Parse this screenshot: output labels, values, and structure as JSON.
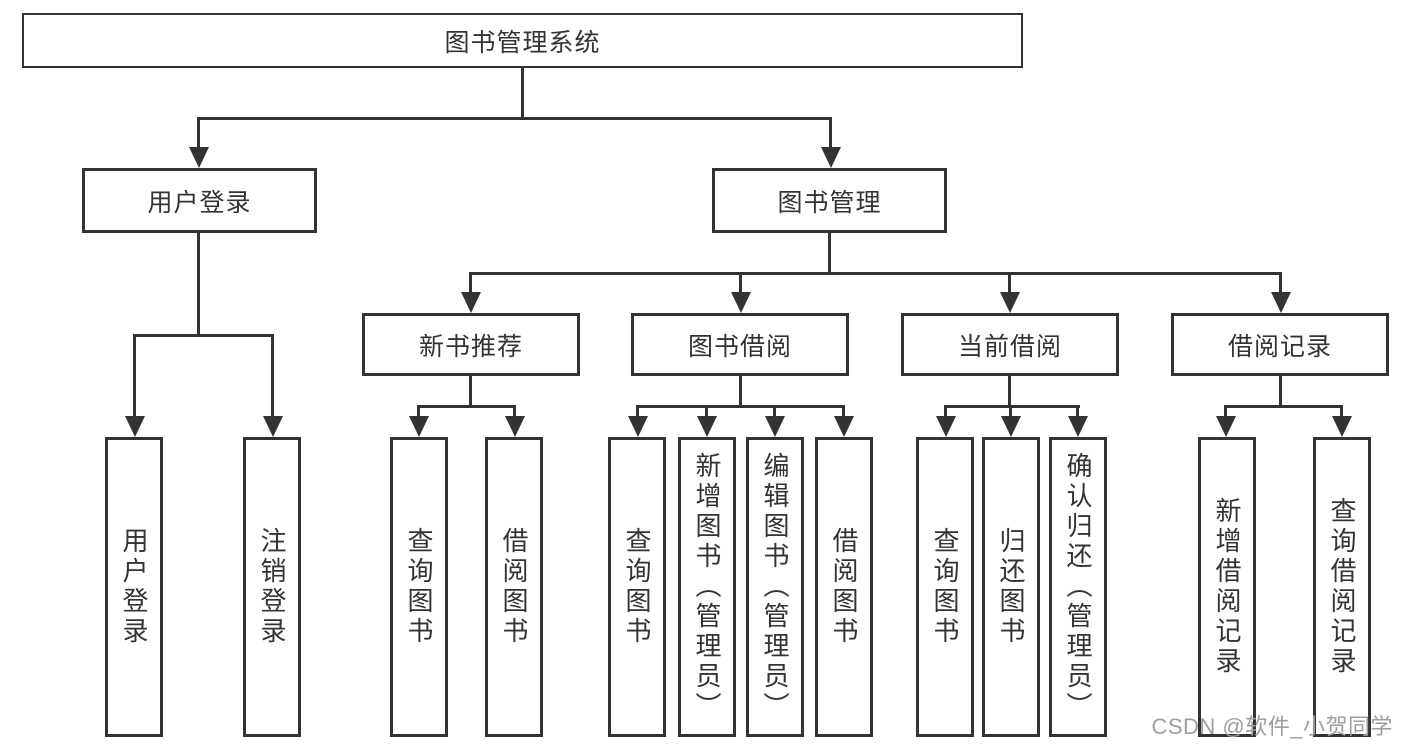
{
  "title": {
    "label": "图书管理系统"
  },
  "level2": {
    "user_login": "用户登录",
    "book_mgmt": "图书管理"
  },
  "level3": {
    "new_book": "新书推荐",
    "book_borrow": "图书借阅",
    "current_borrow": "当前借阅",
    "borrow_records": "借阅记录"
  },
  "leaves": {
    "user_login": [
      "用户登录",
      "注销登录"
    ],
    "new_book": [
      "查询图书",
      "借阅图书"
    ],
    "book_borrow": [
      "查询图书",
      "新增图书（管理员）",
      "编辑图书（管理员）",
      "借阅图书"
    ],
    "current_borrow": [
      "查询图书",
      "归还图书",
      "确认归还（管理员）"
    ],
    "borrow_records": [
      "新增借阅记录",
      "查询借阅记录"
    ]
  },
  "watermark": {
    "text": "CSDN @软件_小贺同学"
  },
  "colors": {
    "line": "#333333",
    "text": "#333333",
    "background": "#ffffff",
    "watermark": "#9e9e9e"
  }
}
